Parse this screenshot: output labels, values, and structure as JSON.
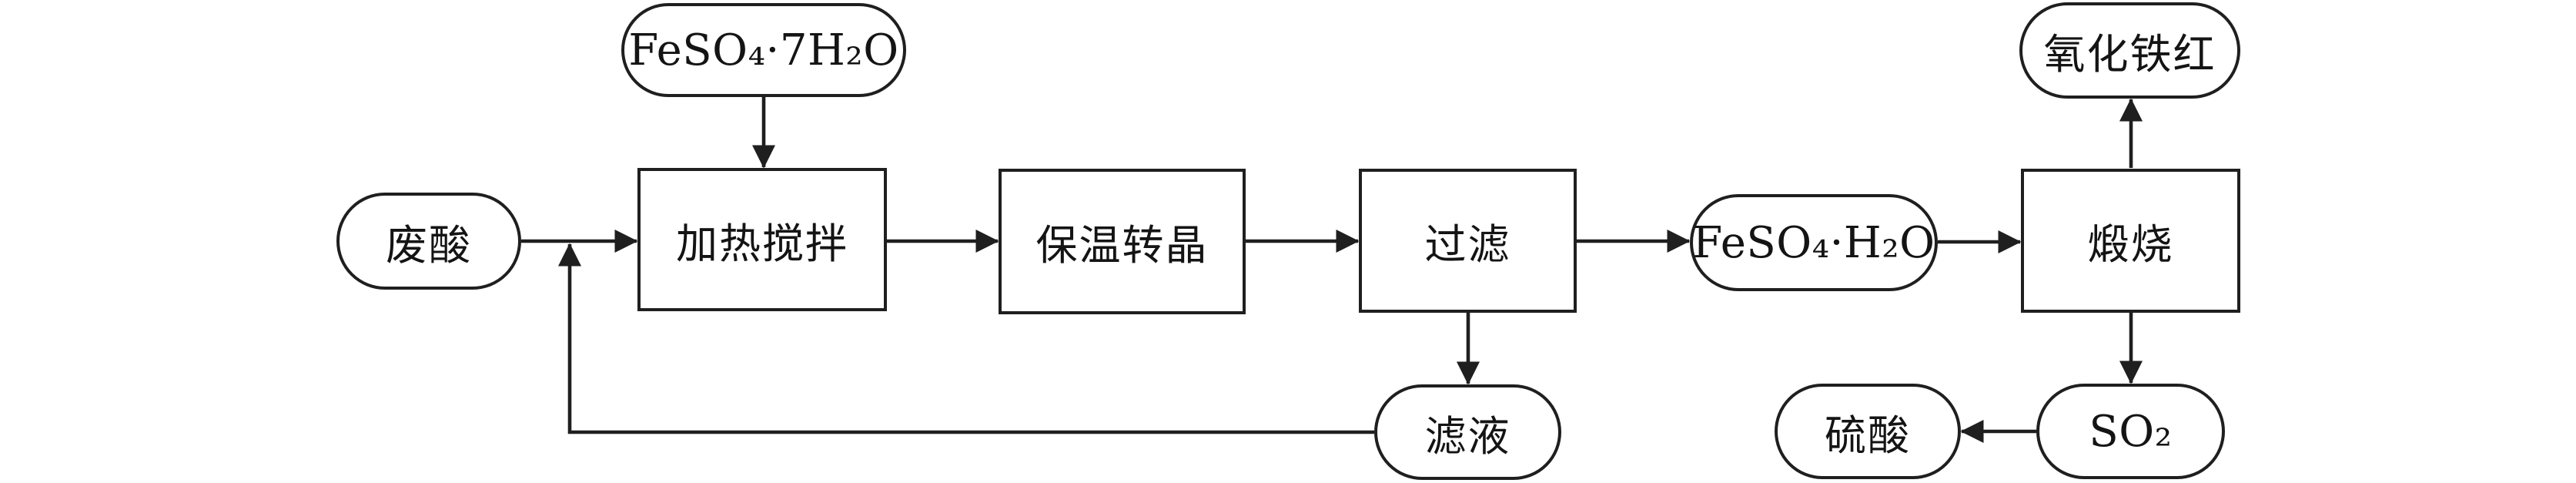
{
  "diagram": {
    "type": "flowchart",
    "subject": "FeSO4 waste-acid recycling process",
    "colors": {
      "background": "#ffffff",
      "line": "#1f1f1f",
      "text": "#141414"
    },
    "nodes": {
      "feso4_7h2o": {
        "label": "FeSO₄·7H₂O",
        "shape": "stadium"
      },
      "waste_acid": {
        "label": "废酸",
        "shape": "stadium"
      },
      "heat_stir": {
        "label": "加热搅拌",
        "shape": "process-rect"
      },
      "keep_warm_crystallize": {
        "label": "保温转晶",
        "shape": "process-rect"
      },
      "filter": {
        "label": "过滤",
        "shape": "process-rect"
      },
      "feso4_h2o": {
        "label": "FeSO₄·H₂O",
        "shape": "stadium"
      },
      "calcine": {
        "label": "煅烧",
        "shape": "process-rect"
      },
      "iron_oxide_red": {
        "label": "氧化铁红",
        "shape": "stadium"
      },
      "filtrate": {
        "label": "滤液",
        "shape": "stadium"
      },
      "sulfuric_acid": {
        "label": "硫酸",
        "shape": "stadium"
      },
      "so2": {
        "label": "SO₂",
        "shape": "stadium"
      }
    },
    "edges": [
      {
        "from": "feso4_7h2o",
        "to": "heat_stir",
        "direction": "down"
      },
      {
        "from": "waste_acid",
        "to": "heat_stir",
        "direction": "right"
      },
      {
        "from": "heat_stir",
        "to": "keep_warm_crystallize",
        "direction": "right"
      },
      {
        "from": "keep_warm_crystallize",
        "to": "filter",
        "direction": "right"
      },
      {
        "from": "filter",
        "to": "feso4_h2o",
        "direction": "right"
      },
      {
        "from": "feso4_h2o",
        "to": "calcine",
        "direction": "right"
      },
      {
        "from": "calcine",
        "to": "iron_oxide_red",
        "direction": "up"
      },
      {
        "from": "calcine",
        "to": "so2",
        "direction": "down"
      },
      {
        "from": "so2",
        "to": "sulfuric_acid",
        "direction": "left"
      },
      {
        "from": "filter",
        "to": "filtrate",
        "direction": "down"
      },
      {
        "from": "filtrate",
        "to": "heat_stir",
        "direction": "left-then-up",
        "note": "recycle line joining the 废酸→加热搅拌 arrow"
      }
    ]
  }
}
